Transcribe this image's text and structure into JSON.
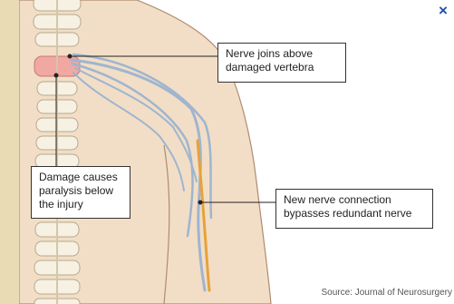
{
  "callouts": {
    "nerve_joins": [
      "Nerve joins above",
      "damaged vertebra"
    ],
    "damage": [
      "Damage causes",
      "paralysis below",
      "the injury"
    ],
    "new_connection": [
      "New nerve connection",
      "bypasses redundant nerve"
    ]
  },
  "source": "Source: Journal of Neurosurgery",
  "close_label": "×",
  "colors": {
    "skin": "#f2dec6",
    "vertebra": "#f6f1e2",
    "damaged_vertebra": "#f1a7a2",
    "nerve": "#9fb5cf",
    "new_nerve": "#e6a23c",
    "backdrop": "#e9dcb4"
  }
}
